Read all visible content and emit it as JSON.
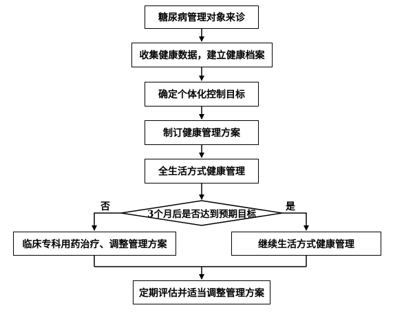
{
  "steps": {
    "step1": "糖尿病管理对象来诊",
    "step2": "收集健康数据，建立健康档案",
    "step3": "确定个体化控制目标",
    "step4": "制订健康管理方案",
    "step5": "全生活方式健康管理",
    "decision": "3个月后是否达到预期目标",
    "no_branch": "临床专科用药治疗、调整管理方案",
    "yes_branch": "继续生活方式健康管理",
    "final": "定期评估并适当调整管理方案"
  },
  "labels": {
    "no": "否",
    "yes": "是"
  },
  "colors": {
    "stroke": "#000000",
    "background": "#ffffff"
  }
}
